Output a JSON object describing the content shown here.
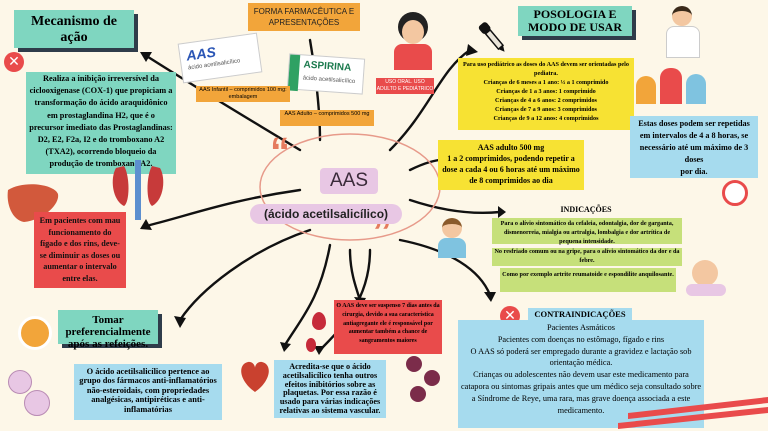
{
  "colors": {
    "background": "#fdf7e8",
    "teal": "#7fd6c0",
    "yellow": "#f7e233",
    "blue": "#a6dbee",
    "green": "#c6e07a",
    "red": "#e94b4b",
    "orange": "#f2a53a",
    "pink": "#e8c7e4"
  },
  "mecanismo": {
    "title": "Mecanismo de\nação",
    "text": "Realiza a inibição irreversível da ciclooxigenase (COX-1) que propiciam a transformação do ácido araquidônico em prostaglandina H2, que é o precursor imediato das Prostaglandinas: D2, E2, F2a, I2 e  do tromboxano A2 (TXA2), ocorrendo bloqueio da produção de tromboxano A2."
  },
  "forma": {
    "title": "FORMA FARMACÊUTICA E\nAPRESENTAÇÕES",
    "infantil": "AAS Infantil – comprimidos 100 mg: embalagem",
    "adulto": "AAS Adulto – comprimidos 500 mg",
    "uso_oral": "USO ORAL. USO ADULTO E PEDIÁTRICO",
    "box1_brand": "AAS",
    "box1_sub": "ácido acetilsalicílico",
    "box2_brand": "ASPIRINA",
    "box2_sub": "ácido acetilsalicílico"
  },
  "posologia": {
    "title": "POSOLOGIA E\nMODO DE USAR",
    "pediatric": "Para uso pediátrico as doses do AAS devem ser orientadas pelo pediatra.\nCrianças de 6 meses a 1 ano: ½ a 1 comprimido\nCrianças de 1 a 3 anos: 1 comprimido\nCrianças de 4 a 6 anos: 2 comprimidos\nCrianças de 7 a 9 anos: 3 comprimidos\nCrianças de 9 a 12 anos: 4 comprimidos",
    "adult": "AAS adulto 500 mg\n1 a 2 comprimidos, podendo repetir a dose a cada 4 ou 6 horas até um máximo de 8 comprimidos ao dia",
    "repeat": "Estas doses podem ser repetidas em intervalos de 4 a 8 horas, se necessário até um máximo de 3 doses\npor dia."
  },
  "center": {
    "title": "AAS",
    "subtitle": "(ácido acetilsalicílico)"
  },
  "renal": {
    "text": "Em pacientes com mau funcionamento do fígado e dos rins, deve-se diminuir as doses ou aumentar o intervalo entre elas."
  },
  "indicacoes": {
    "title": "INDICAÇÕES",
    "items": [
      "Para o alívio sintomático da cefaleia, odontalgia, dor de garganta, dismenorreia, mialgia ou artralgia, lombalgia e dor artrítica de pequena intensidade.",
      "No resfriado comum ou na gripe, para o alívio sintomático da dor e da febre.",
      "Como por exemplo artrite reumatoide e espondilite anquilosante."
    ]
  },
  "tomar": {
    "text": "Tomar preferencialmente após as refeições."
  },
  "cirurgia": {
    "text": "O AAS deve ser suspenso 7 dias antes da cirurgia, devido a sua característica antiagregante ele é responsável por aumentar também a chance de sangramentos maiores"
  },
  "contraindicacoes": {
    "title": "CONTRAINDICAÇÕES",
    "text": "Pacientes Asmáticos\nPacientes com doenças no estômago, fígado e rins\nO AAS só poderá ser empregado durante a gravidez e lactação sob orientação médica.\nCrianças ou adolescentes não devem usar este medicamento para catapora ou sintomas gripais antes que um médico seja consultado sobre a Síndrome de Reye, uma rara, mas grave doença associada a este medicamento."
  },
  "grupo": {
    "text": "O ácido acetilsalicílico pertence ao grupo dos fármacos anti-inflamatórios não-esteroidais, com propriedades analgésicas, antipiréticas e anti-inflamatórias"
  },
  "plaquetas": {
    "text": "Acredita-se que o ácido acetilsalicílico tenha outros efeitos inibitórios sobre as plaquetas. Por essa razão é usado para várias indicações relativas ao sistema vascular."
  }
}
